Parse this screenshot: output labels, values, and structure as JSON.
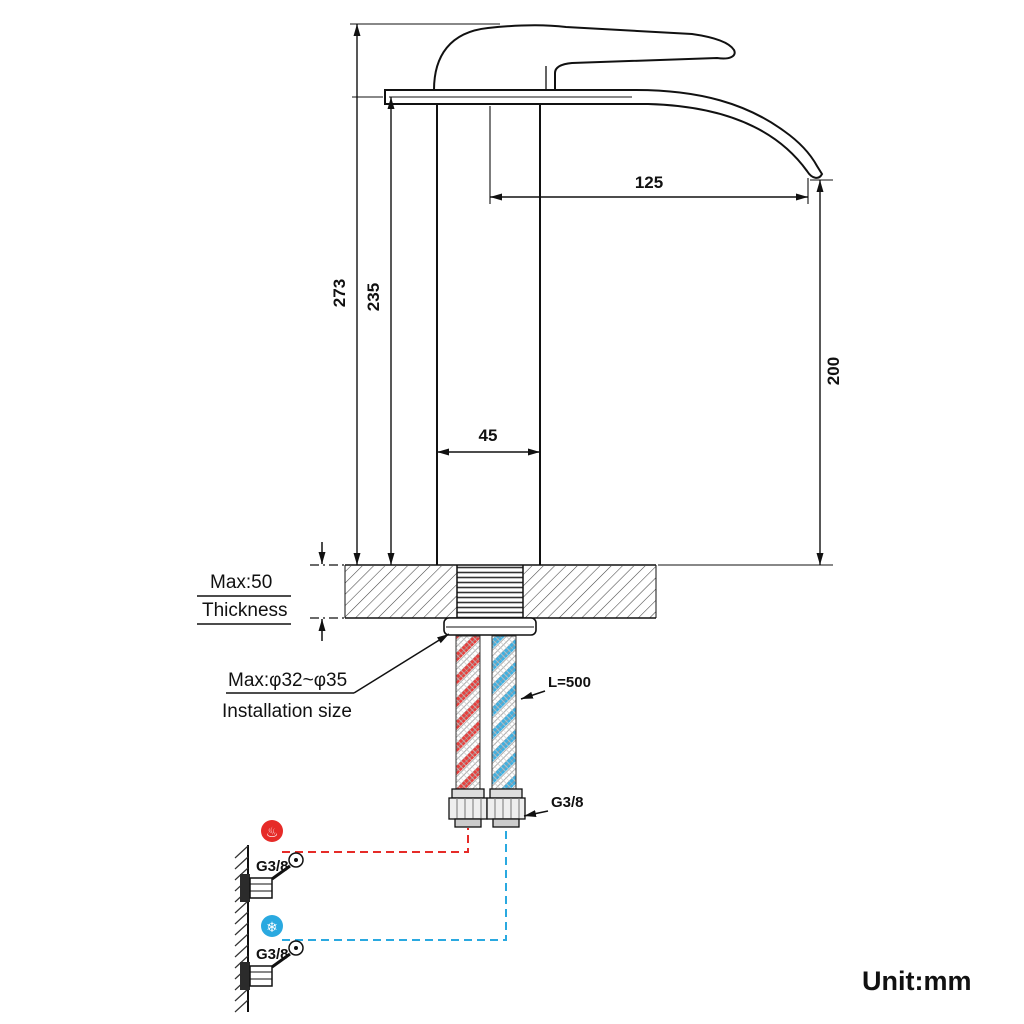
{
  "diagram": {
    "unit_label": "Unit:mm",
    "dimensions": {
      "total_height": "273",
      "deck_to_spout": "235",
      "spout_reach": "125",
      "spout_height": "200",
      "body_width": "45"
    },
    "deck": {
      "thickness_label_1": "Max:50",
      "thickness_label_2": "Thickness"
    },
    "installation": {
      "hole_label_1": "Max:φ32~φ35",
      "hole_label_2": "Installation size"
    },
    "hoses": {
      "length_label": "L=500",
      "connector_label": "G3/8"
    },
    "supply": {
      "hot_connector_label": "G3/8",
      "cold_connector_label": "G3/8",
      "hot_icon": "♨",
      "cold_icon": "❄"
    },
    "colors": {
      "hot": "#e62b28",
      "cold": "#2aa9e0",
      "line": "#111111"
    }
  }
}
